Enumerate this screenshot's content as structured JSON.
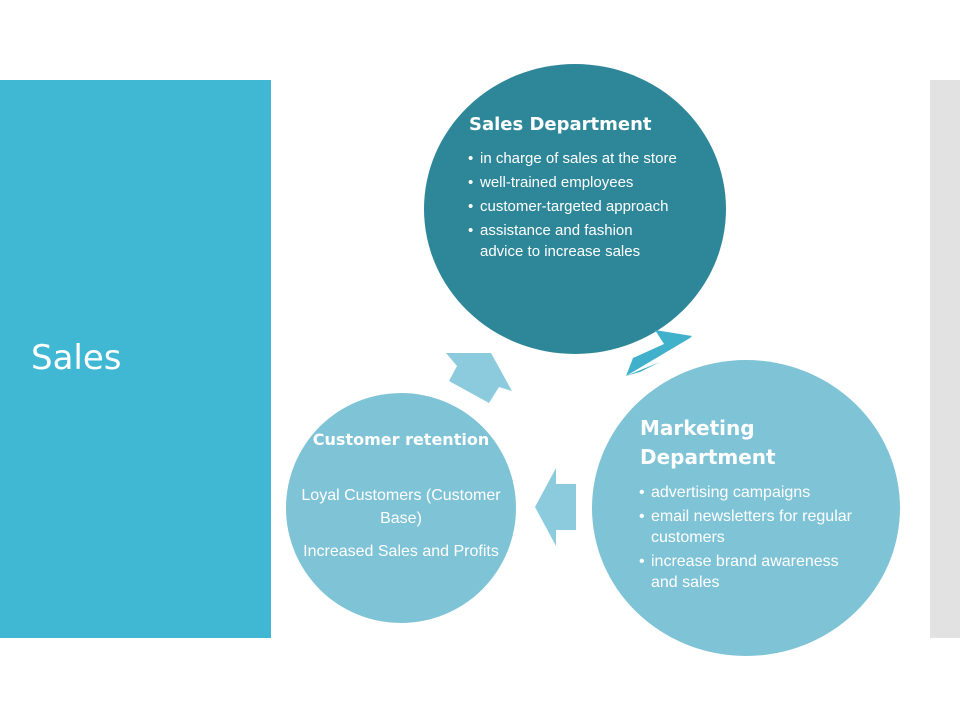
{
  "slide": {
    "title": "Sales",
    "colors": {
      "panel": "#41b8d3",
      "sales_circle": "#2e8799",
      "light_circle": "#7fc3d7",
      "arrow_dark": "#41b0cb",
      "arrow_light": "#8ccbde",
      "strip": "#e2e2e2"
    }
  },
  "cycle": {
    "sales_department": {
      "title": "Sales Department",
      "bullets": [
        "in charge of sales at the store",
        "well-trained employees",
        "customer-targeted approach",
        "assistance and fashion advice to increase sales"
      ]
    },
    "marketing_department": {
      "title": "Marketing Department",
      "bullets": [
        "advertising campaigns",
        "email newsletters for regular customers",
        "increase brand awareness and sales"
      ]
    },
    "customer_retention": {
      "title": "Customer retention",
      "lines": [
        "Loyal Customers (Customer Base)",
        "Increased Sales and Profits"
      ]
    },
    "arrows": [
      "sales-to-marketing",
      "marketing-to-retention",
      "retention-to-sales"
    ]
  }
}
